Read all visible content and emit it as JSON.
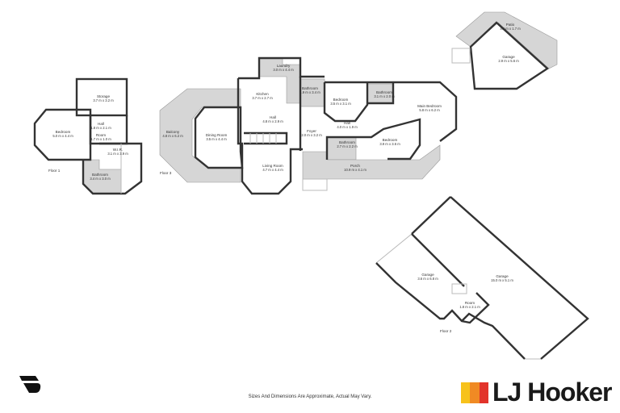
{
  "plans": {
    "floor_1": {
      "label": "Floor 1",
      "rooms": [
        {
          "name": "Storage",
          "dims": "3.7 m x 3.2 m"
        },
        {
          "name": "Bedroom",
          "dims": "5.0 m x 4.4 m"
        },
        {
          "name": "Hall",
          "dims": "1.8 m x 2.1 m"
        },
        {
          "name": "Room",
          "dims": "1.7 m x 1.0 m"
        },
        {
          "name": "W.I.R.",
          "dims": "3.1 m x 3.9 m"
        },
        {
          "name": "Bathroom",
          "dims": "3.4 m x 3.0 m"
        }
      ]
    },
    "floor_3": {
      "label": "Floor 3",
      "rooms": [
        {
          "name": "Balcony",
          "dims": "4.8 m x 6.2 m"
        },
        {
          "name": "Dining Room",
          "dims": "3.5 m x 4.4 m"
        },
        {
          "name": "Kitchen",
          "dims": "3.7 m x 2.7 m"
        },
        {
          "name": "Laundry",
          "dims": "3.0 m x 4.4 m"
        },
        {
          "name": "Bathroom",
          "dims": "1.9 m x 3.4 m"
        },
        {
          "name": "Hall",
          "dims": "4.8 m x 2.9 m"
        },
        {
          "name": "Foyer",
          "dims": "2.0 m x 3.2 m"
        },
        {
          "name": "Living Room",
          "dims": "4.7 m x 4.4 m"
        },
        {
          "name": "Bedroom",
          "dims": "3.5 m x 3.1 m"
        },
        {
          "name": "Bathroom",
          "dims": "3.1 m x 2.0 m"
        },
        {
          "name": "Main Bedroom",
          "dims": "5.8 m x 6.2 m"
        },
        {
          "name": "Hall",
          "dims": "4.0 m x 1.9 m"
        },
        {
          "name": "Bathroom",
          "dims": "2.7 m x 2.2 m"
        },
        {
          "name": "Bedroom",
          "dims": "3.9 m x 3.6 m"
        },
        {
          "name": "Porch",
          "dims": "10.9 m x 4.1 m"
        },
        {
          "name": "Patio",
          "dims": "4.4 m x 1.7 m"
        },
        {
          "name": "Garage",
          "dims": "2.9 m x 5.6 m"
        }
      ]
    },
    "floor_2": {
      "label": "Floor 2",
      "rooms": [
        {
          "name": "Garage",
          "dims": "3.6 m x 6.8 m"
        },
        {
          "name": "Garage",
          "dims": "15.0 m x 5.1 m"
        },
        {
          "name": "Room",
          "dims": "1.8 m x 2.1 m"
        }
      ]
    }
  },
  "footer": {
    "disclaimer": "Sizes And Dimensions Are Approximate, Actual May Vary.",
    "brand": "LJ Hooker",
    "brand_colors": [
      "#f7c21b",
      "#f08a24",
      "#e2332a"
    ]
  }
}
